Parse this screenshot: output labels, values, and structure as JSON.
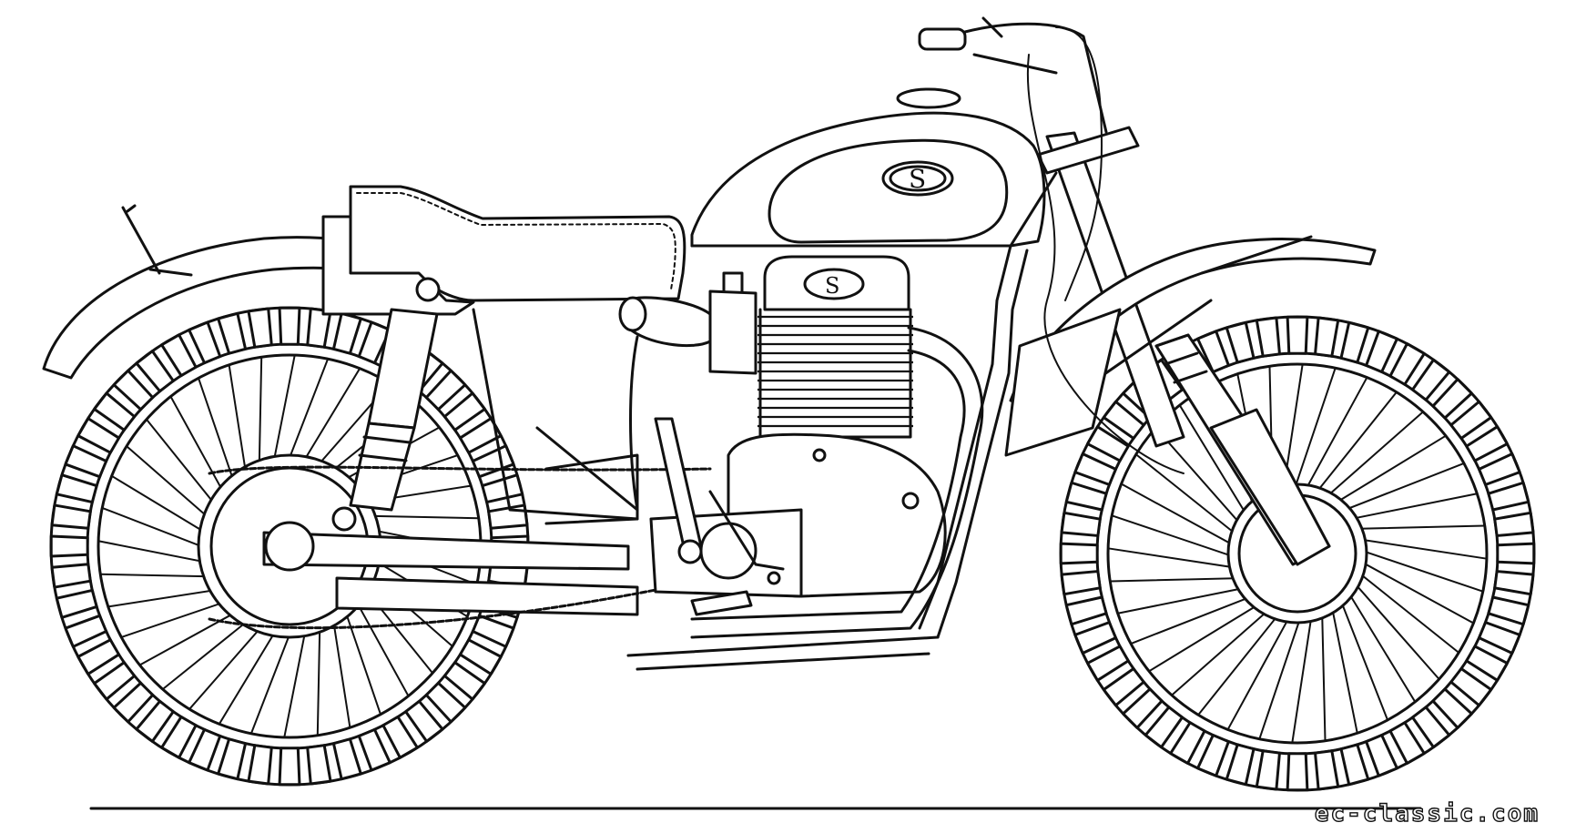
{
  "illustration": {
    "subject": "motorcycle line drawing",
    "style": "black ink line art on white",
    "ink_color": "#111111",
    "background_color": "#ffffff",
    "tank_emblem_letter": "S",
    "engine_emblem_letter": "S",
    "icons": [
      "motorcycle-icon",
      "rear-wheel-icon",
      "front-wheel-icon"
    ]
  },
  "watermark": {
    "text": "ec-classic.com"
  }
}
